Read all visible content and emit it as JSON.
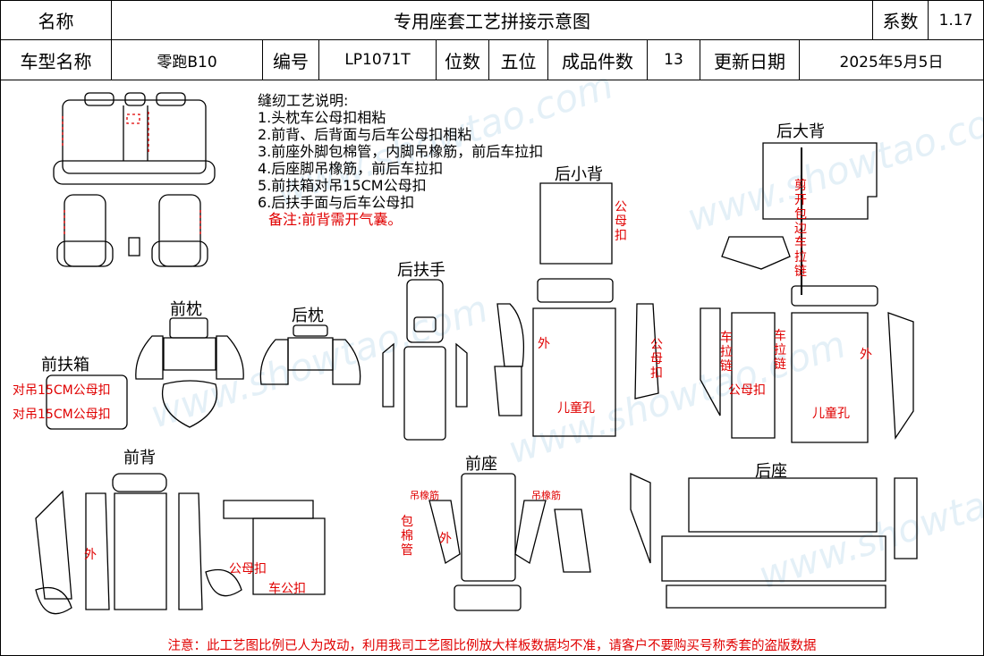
{
  "header": {
    "name_label": "名称",
    "title": "专用座套工艺拼接示意图",
    "coef_label": "系数",
    "coef_value": "1.17",
    "car_label": "车型名称",
    "car_value": "零跑B10",
    "code_label": "编号",
    "code_value": "LP1071T",
    "seats_label": "位数",
    "seats_value": "五位",
    "pieces_label": "成品件数",
    "pieces_value": "13",
    "date_label": "更新日期",
    "date_value": "2025年5月5日"
  },
  "notes": {
    "title": "缝纫工艺说明:",
    "items": [
      "1.头枕车公母扣相粘",
      "2.前背、后背面与后车公母扣相粘",
      "3.前座外脚包棉管，内脚吊橡筋，前后车拉扣",
      "4.后座脚吊橡筋，前后车拉扣",
      "5.前扶箱对吊15CM公母扣",
      "6.后扶手面与后车公母扣"
    ],
    "remark": "备注:前背需开气囊。"
  },
  "sections": {
    "front_headrest": "前枕",
    "rear_headrest": "后枕",
    "rear_armrest": "后扶手",
    "rear_small_back": "后小背",
    "rear_big_back": "后大背",
    "front_console": "前扶箱",
    "front_back": "前背",
    "front_seat": "前座",
    "rear_seat": "后座"
  },
  "annotations": {
    "console_1": "对吊15CM公母扣",
    "console_2": "对吊15CM公母扣",
    "small_back_button": "公母扣",
    "small_back_out": "外",
    "small_back_button_side": "公母扣",
    "small_back_child": "儿童孔",
    "big_back_trim": "剪开包边车拉链",
    "big_back_zip_left": "车拉链",
    "big_back_zip_right": "车拉链",
    "big_back_out": "外",
    "big_back_button": "公母扣",
    "big_back_child": "儿童孔",
    "front_back_out": "外",
    "front_back_button": "公母扣",
    "front_back_sew": "车公扣",
    "front_seat_elastic_l": "吊橡筋",
    "front_seat_elastic_r": "吊橡筋",
    "front_seat_tube": "包棉管",
    "front_seat_out": "外"
  },
  "footer": "注意：此工艺图比例已人为改动，利用我司工艺图比例放大样板数据均不准，请客户不要购买号称秀套的盗版数据",
  "watermark": "www.showtao.com",
  "colors": {
    "annotation": "#e00000",
    "line": "#000000",
    "watermark": "#cfe4f2"
  }
}
